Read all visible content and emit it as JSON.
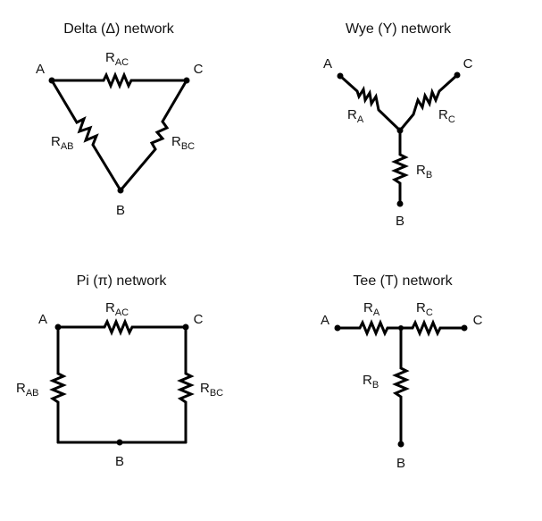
{
  "diagrams": {
    "delta": {
      "title": "Delta (Δ) network",
      "nodes": {
        "a": "A",
        "b": "B",
        "c": "C"
      },
      "resistors": {
        "ac": {
          "main": "R",
          "sub": "AC"
        },
        "ab": {
          "main": "R",
          "sub": "AB"
        },
        "bc": {
          "main": "R",
          "sub": "BC"
        }
      }
    },
    "wye": {
      "title": "Wye (Y) network",
      "nodes": {
        "a": "A",
        "b": "B",
        "c": "C"
      },
      "resistors": {
        "a": {
          "main": "R",
          "sub": "A"
        },
        "b": {
          "main": "R",
          "sub": "B"
        },
        "c": {
          "main": "R",
          "sub": "C"
        }
      }
    },
    "pi": {
      "title": "Pi (π) network",
      "nodes": {
        "a": "A",
        "b": "B",
        "c": "C"
      },
      "resistors": {
        "ac": {
          "main": "R",
          "sub": "AC"
        },
        "ab": {
          "main": "R",
          "sub": "AB"
        },
        "bc": {
          "main": "R",
          "sub": "BC"
        }
      }
    },
    "tee": {
      "title": "Tee (T) network",
      "nodes": {
        "a": "A",
        "b": "B",
        "c": "C"
      },
      "resistors": {
        "a": {
          "main": "R",
          "sub": "A"
        },
        "b": {
          "main": "R",
          "sub": "B"
        },
        "c": {
          "main": "R",
          "sub": "C"
        }
      }
    }
  }
}
